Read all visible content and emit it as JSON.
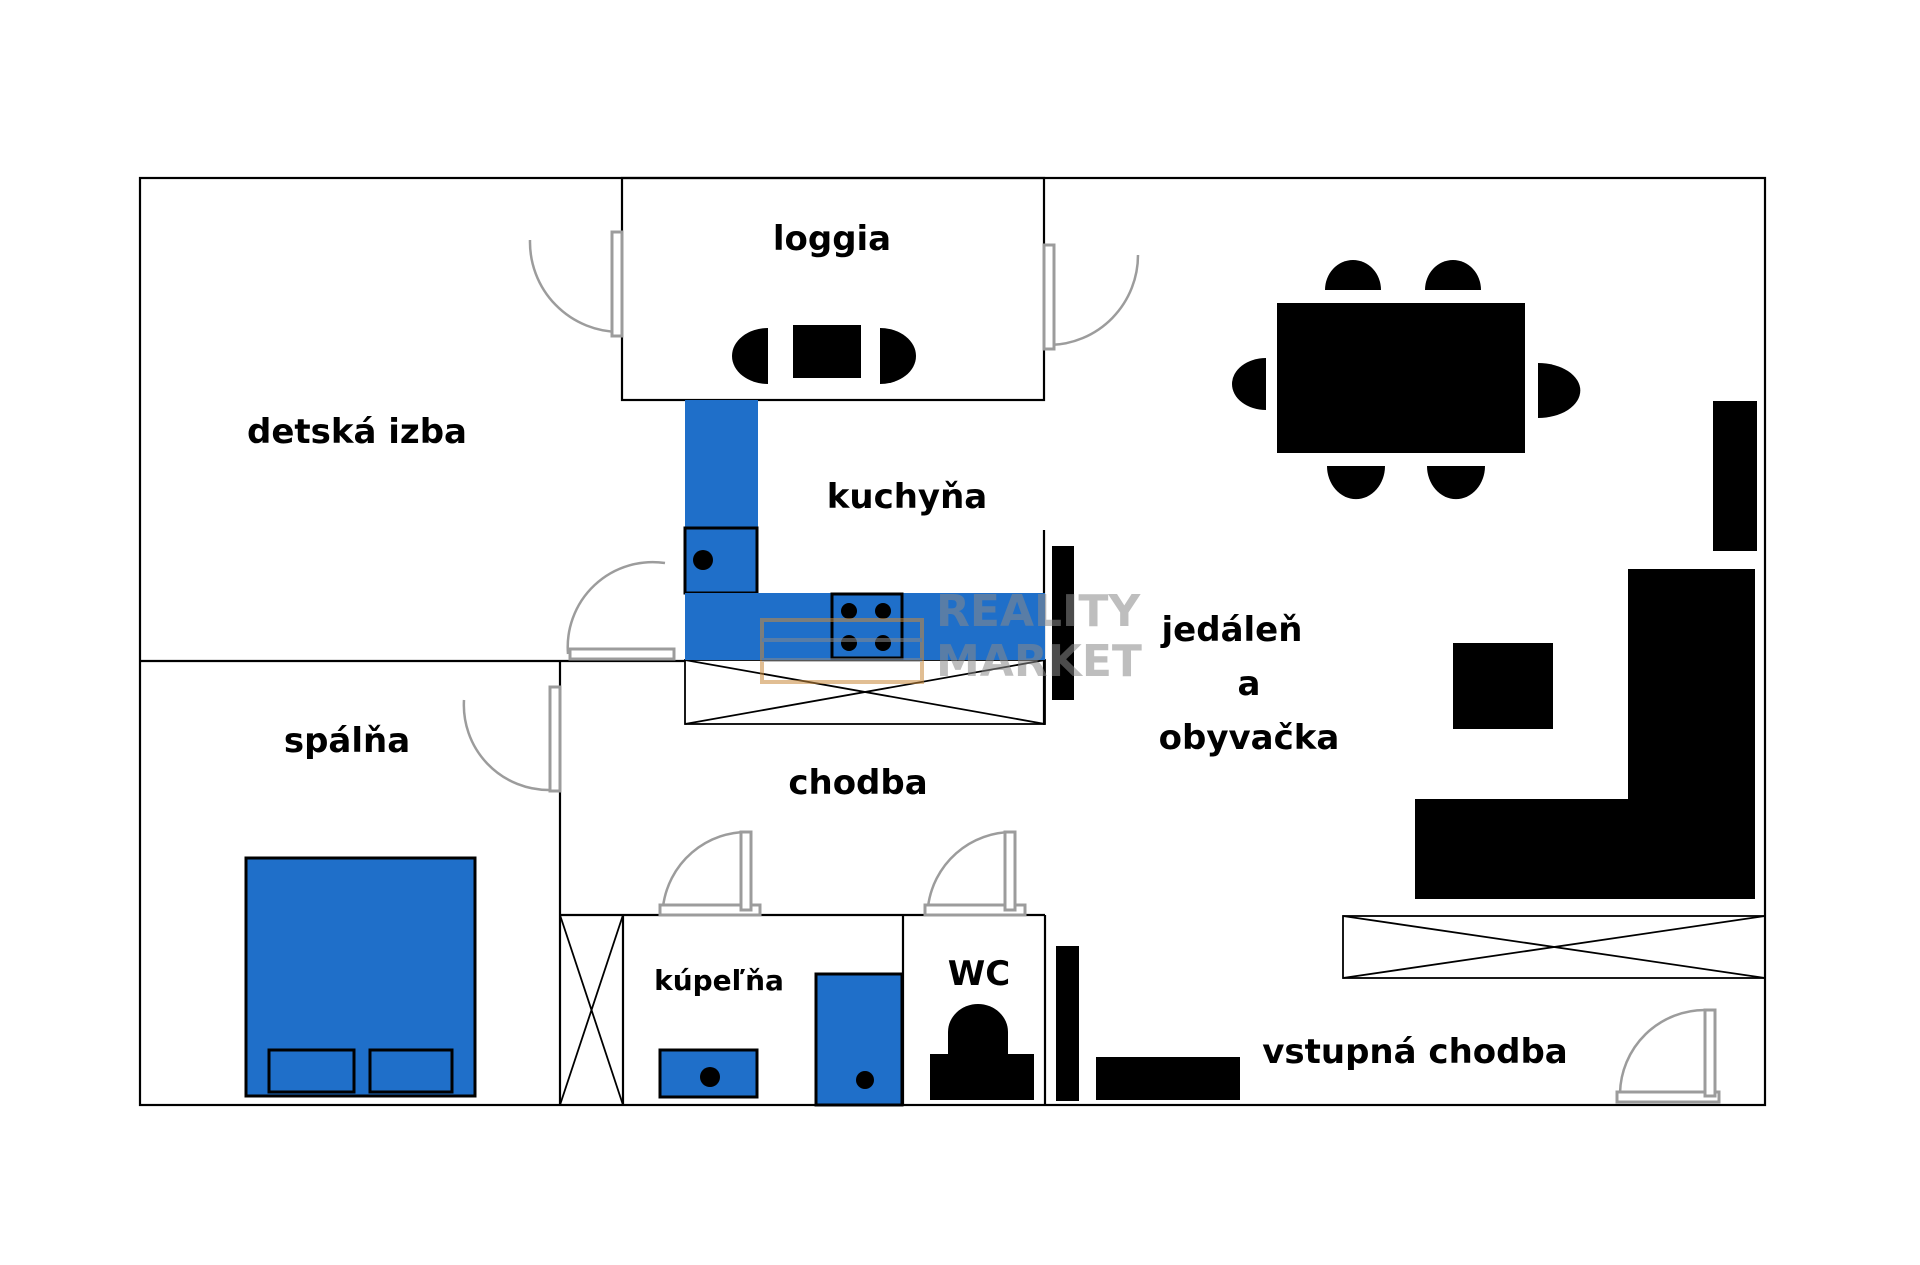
{
  "rooms": {
    "detska_izba": "detská izba",
    "loggia": "loggia",
    "kuchyna": "kuchyňa",
    "spalna": "spálňa",
    "chodba": "chodba",
    "jedalen_line1": "jedáleň",
    "jedalen_line2": "a",
    "jedalen_line3": "obyvačka",
    "kupelna": "kúpeľňa",
    "wc": "WC",
    "vstupna_chodba": "vstupná chodba"
  },
  "watermark": {
    "line1": "REALITY",
    "line2": "MARKET"
  },
  "colors": {
    "wall": "#000000",
    "fixture_blue": "#1f6fc9",
    "furniture": "#000000",
    "door": "#9c9c9c",
    "watermark": "#8a8a8a",
    "watermark_accent": "#c98a3c"
  }
}
